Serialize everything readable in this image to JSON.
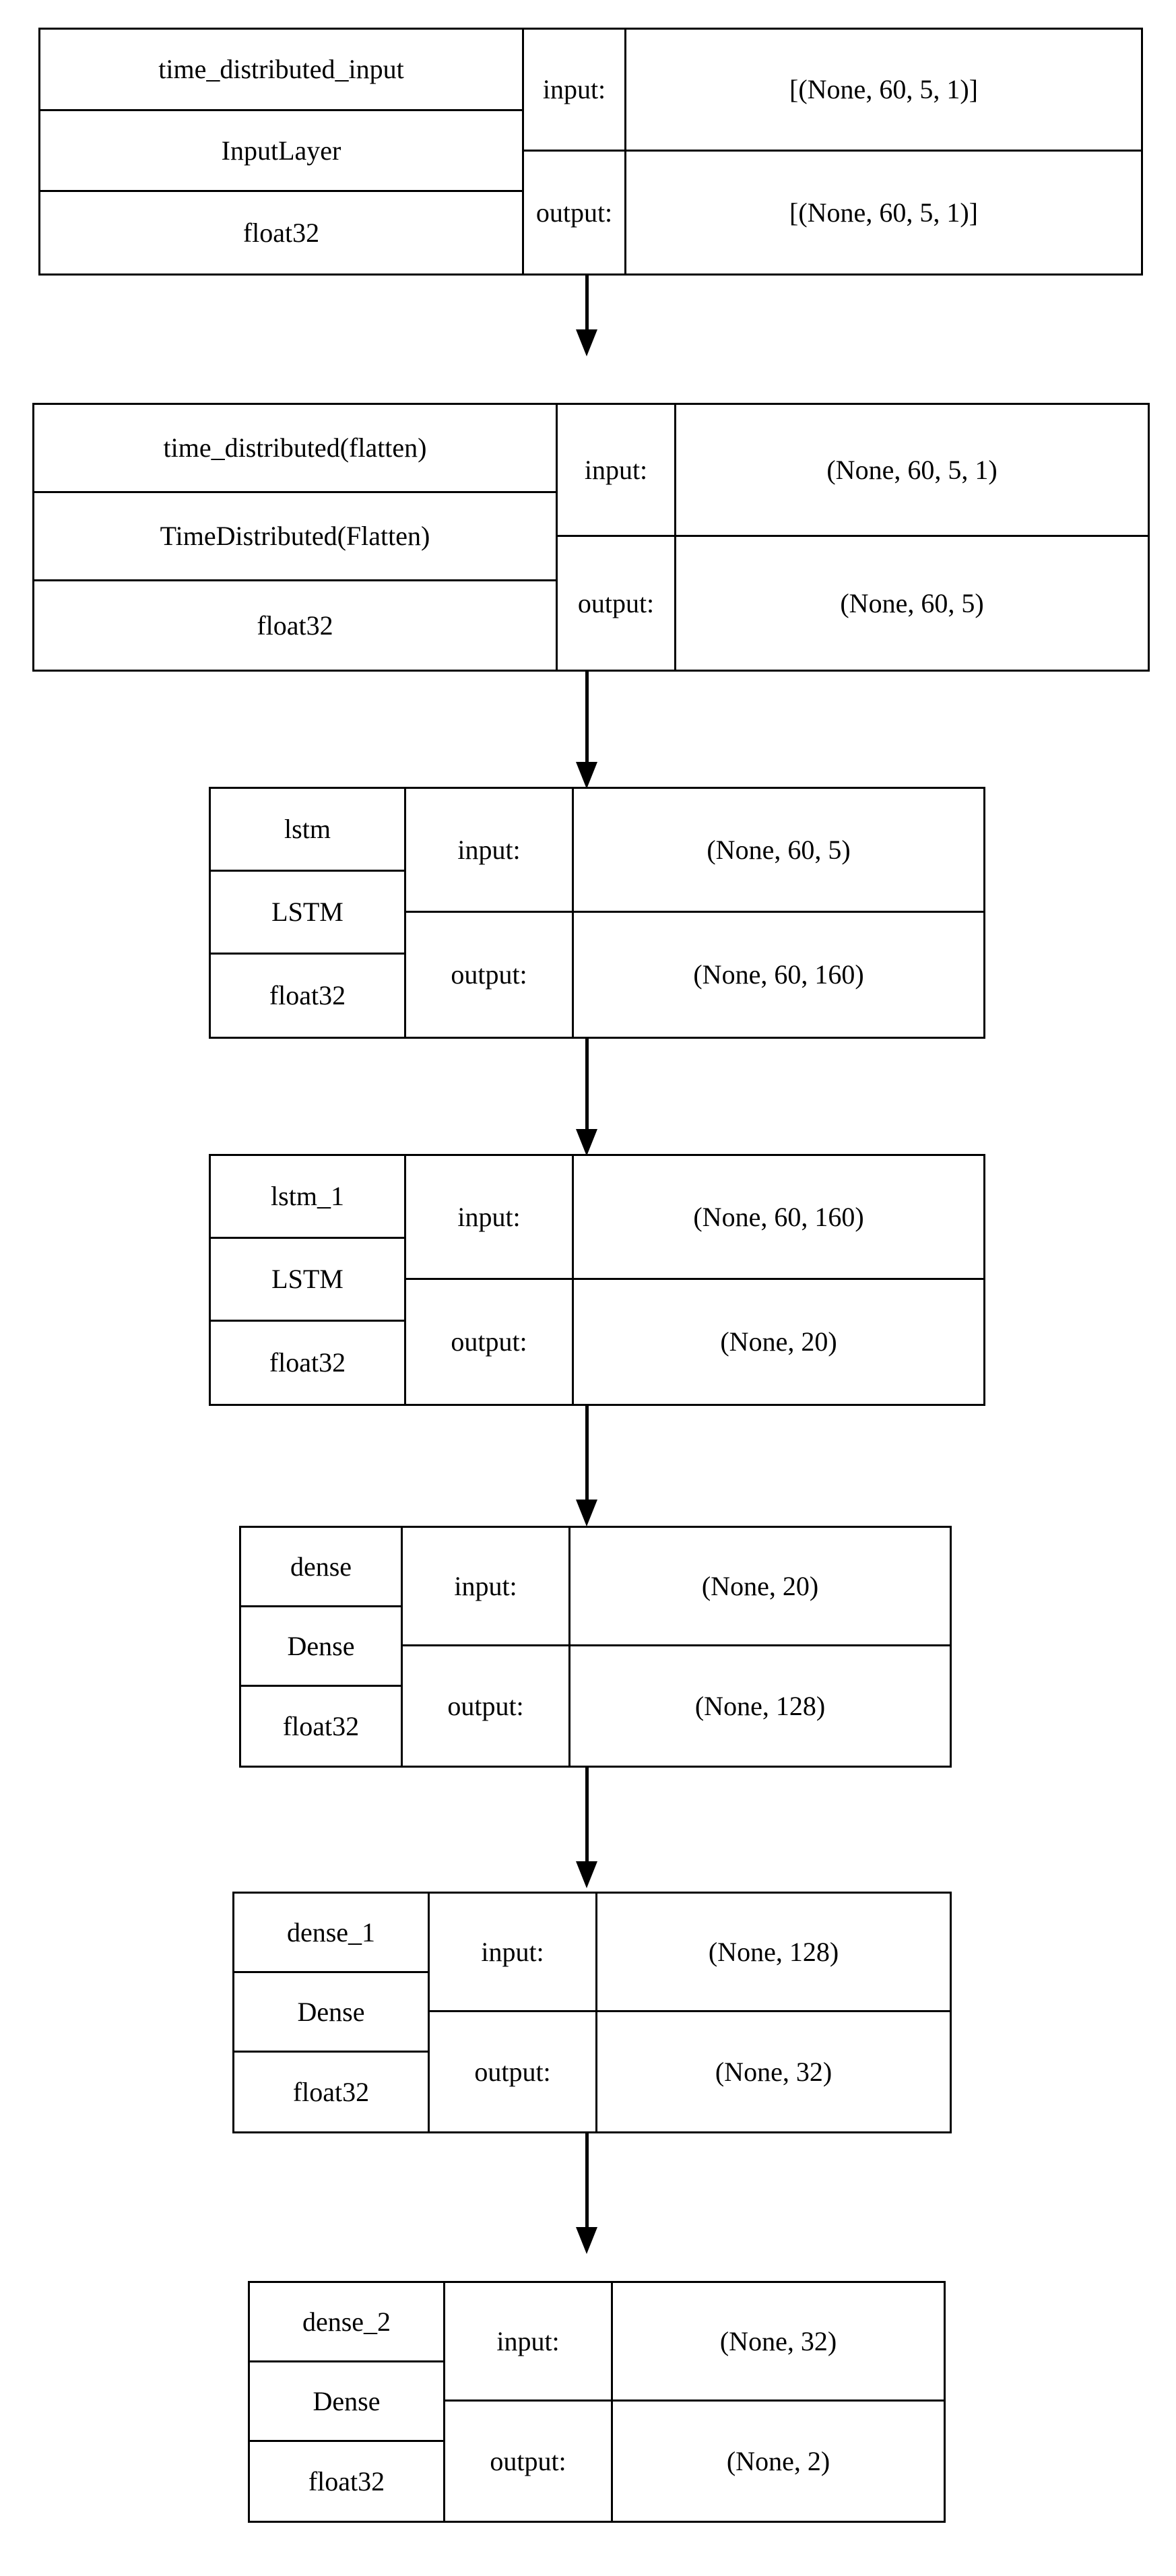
{
  "diagram": {
    "title": "Keras model architecture plot",
    "type": "neural-network-layer-graph",
    "orientation": "top-to-bottom",
    "style": {
      "background": "#ffffff",
      "line_color": "#000000",
      "text_color": "#000000"
    },
    "column_headers": {
      "input_label": "input:",
      "output_label": "output:"
    },
    "nodes": [
      {
        "id": "time_distributed_input",
        "name": "time_distributed_input",
        "class": "InputLayer",
        "dtype": "float32",
        "input_label": "input:",
        "output_label": "output:",
        "input_shape": "[(None, 60, 5, 1)]",
        "output_shape": "[(None, 60, 5, 1)]"
      },
      {
        "id": "time_distributed",
        "name": "time_distributed(flatten)",
        "class": "TimeDistributed(Flatten)",
        "dtype": "float32",
        "input_label": "input:",
        "output_label": "output:",
        "input_shape": "(None, 60, 5, 1)",
        "output_shape": "(None, 60, 5)"
      },
      {
        "id": "lstm",
        "name": "lstm",
        "class": "LSTM",
        "dtype": "float32",
        "input_label": "input:",
        "output_label": "output:",
        "input_shape": "(None, 60, 5)",
        "output_shape": "(None, 60, 160)"
      },
      {
        "id": "lstm_1",
        "name": "lstm_1",
        "class": "LSTM",
        "dtype": "float32",
        "input_label": "input:",
        "output_label": "output:",
        "input_shape": "(None, 60, 160)",
        "output_shape": "(None, 20)"
      },
      {
        "id": "dense",
        "name": "dense",
        "class": "Dense",
        "dtype": "float32",
        "input_label": "input:",
        "output_label": "output:",
        "input_shape": "(None, 20)",
        "output_shape": "(None, 128)"
      },
      {
        "id": "dense_1",
        "name": "dense_1",
        "class": "Dense",
        "dtype": "float32",
        "input_label": "input:",
        "output_label": "output:",
        "input_shape": "(None, 128)",
        "output_shape": "(None, 32)"
      },
      {
        "id": "dense_2",
        "name": "dense_2",
        "class": "Dense",
        "dtype": "float32",
        "input_label": "input:",
        "output_label": "output:",
        "input_shape": "(None, 32)",
        "output_shape": "(None, 2)"
      }
    ],
    "edges": [
      {
        "from": "time_distributed_input",
        "to": "time_distributed"
      },
      {
        "from": "time_distributed",
        "to": "lstm"
      },
      {
        "from": "lstm",
        "to": "lstm_1"
      },
      {
        "from": "lstm_1",
        "to": "dense"
      },
      {
        "from": "dense",
        "to": "dense_1"
      },
      {
        "from": "dense_1",
        "to": "dense_2"
      }
    ]
  }
}
